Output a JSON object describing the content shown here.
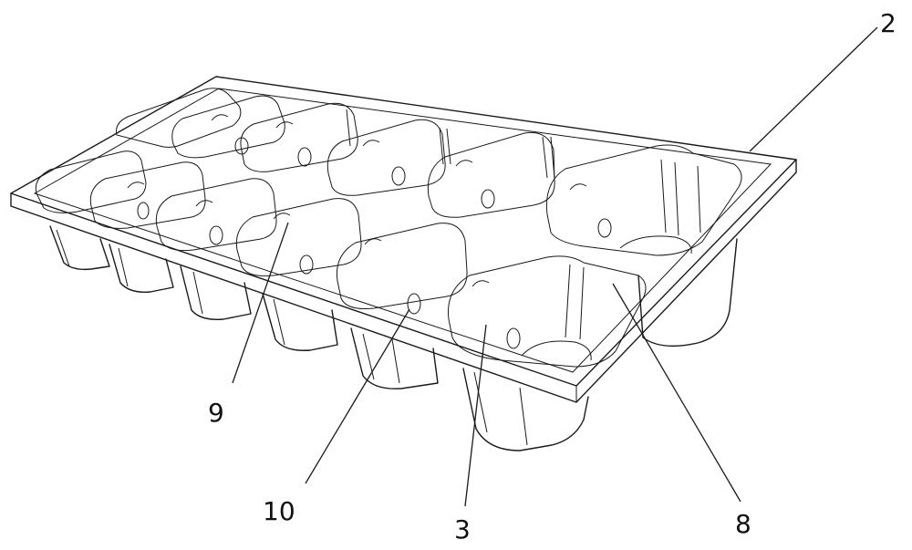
{
  "labels": {
    "tray": "2",
    "cavity": "3",
    "rib": "8",
    "notch": "9",
    "hole": "10"
  }
}
